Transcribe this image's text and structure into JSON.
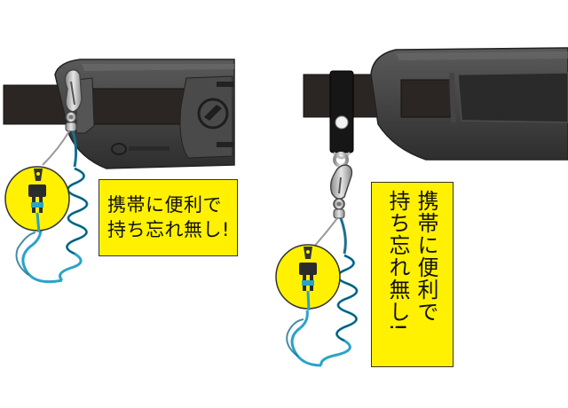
{
  "callouts": {
    "left": {
      "line1": "携帯に便利で",
      "line2": "持ち忘れ無し!"
    },
    "right": {
      "line1": "携帯に便利で",
      "line2": "持ち忘れ無し!"
    }
  },
  "colors": {
    "callout_fill": "#fff100",
    "coil_blue": "#2aa3c9",
    "holster_dark": "#3a3a3a",
    "belt": "#2b2624"
  },
  "icons": [
    "snap-hook-icon",
    "coiled-lanyard-icon",
    "belt-loop-icon"
  ]
}
